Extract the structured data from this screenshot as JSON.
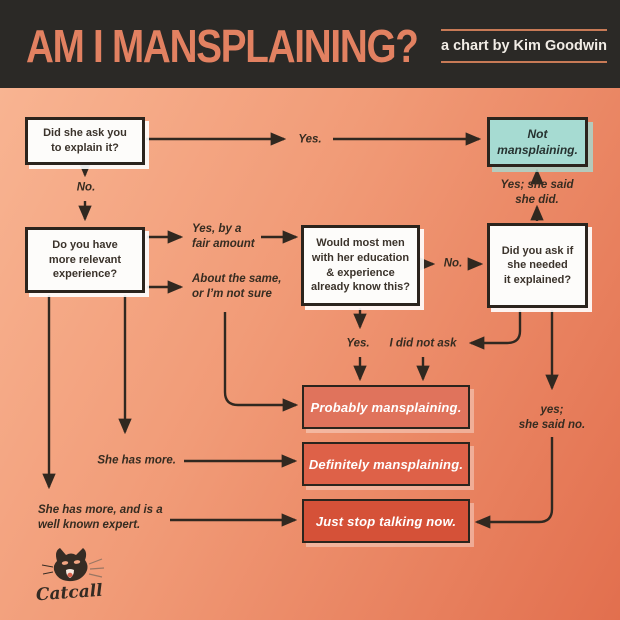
{
  "header": {
    "title": "AM I MANSPLAINING?",
    "byline": "a chart by Kim Goodwin"
  },
  "nodes": {
    "q1": {
      "text": "Did she ask you\nto explain it?"
    },
    "not_mansplaining": {
      "text": "Not\nmansplaining."
    },
    "q2": {
      "text": "Do you have\nmore relevant\nexperience?"
    },
    "q3": {
      "text": "Would most men\nwith her education\n& experience\nalready know this?"
    },
    "q4": {
      "text": "Did you ask if\nshe needed\nit explained?"
    },
    "probably": {
      "text": "Probably mansplaining."
    },
    "definitely": {
      "text": "Definitely mansplaining."
    },
    "just_stop": {
      "text": "Just stop talking now."
    }
  },
  "labels": {
    "yes_top": "Yes.",
    "no_first": "No.",
    "yes_fair": "Yes, by a\nfair amount",
    "about_same": "About the same,\nor I’m not sure",
    "no_mid": "No.",
    "yes_she_said_did": "Yes; she said she did.",
    "yes_below": "Yes.",
    "did_not_ask": "I did not ask",
    "yes_she_said_no": "yes;\nshe said no.",
    "she_has_more": "She has more.",
    "she_has_more_expert": "She has more, and is a\nwell known expert."
  },
  "logo": {
    "text": "Catcall"
  },
  "colors": {
    "header_bg": "#2b2926",
    "title": "#e28161",
    "background_top": "#f9b795",
    "background_bottom": "#e26f4e",
    "box_border": "#2b241d",
    "teal_box": "#a6dbd2",
    "probably_box": "#e0735c",
    "definitely_box": "#de6148",
    "just_stop_box": "#d55138",
    "arrow_ink": "#302820"
  }
}
